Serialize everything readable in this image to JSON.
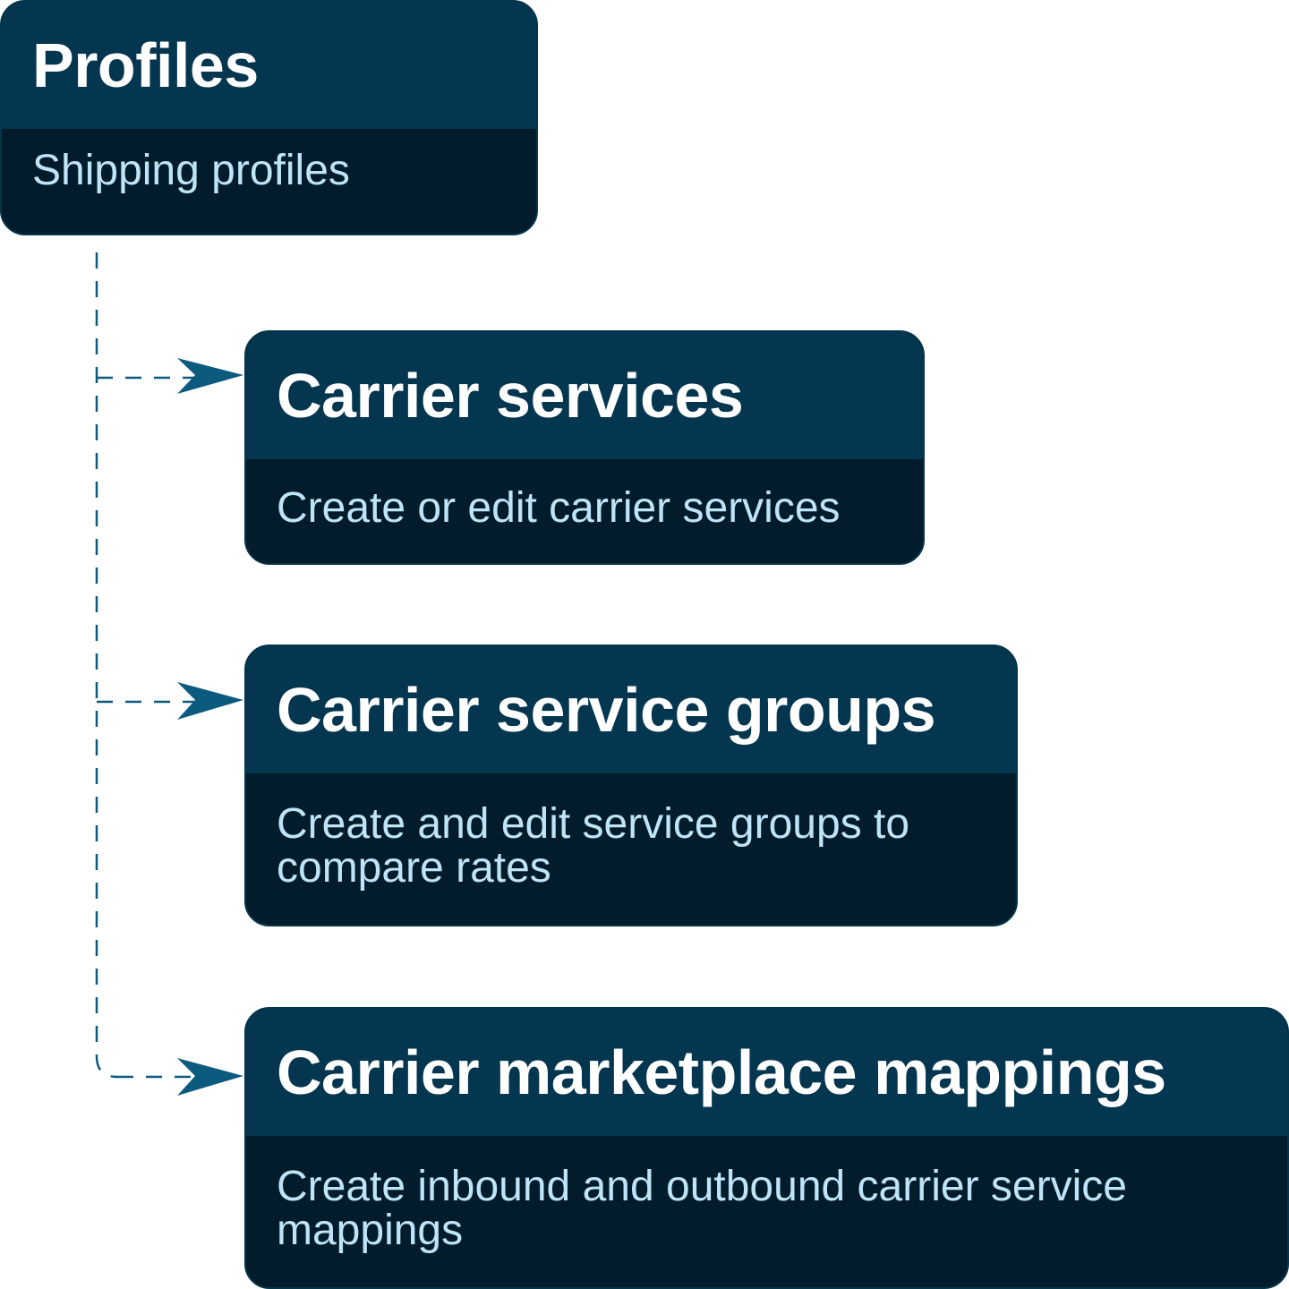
{
  "nodes": {
    "profiles": {
      "title": "Profiles",
      "subtitle": "Shipping profiles"
    },
    "carrier_services": {
      "title": "Carrier services",
      "subtitle": "Create or edit carrier services"
    },
    "carrier_service_groups": {
      "title": "Carrier service groups",
      "subtitle": "Create and edit service groups to compare rates"
    },
    "carrier_marketplace_mappings": {
      "title": "Carrier marketplace mappings",
      "subtitle": "Create inbound and outbound carrier service mappings"
    }
  },
  "colors": {
    "header_bg": "#04364f",
    "body_bg": "#021c2b",
    "title_text": "#ffffff",
    "subtitle_text": "#bfe4f7",
    "connector": "#0d5a7f"
  }
}
